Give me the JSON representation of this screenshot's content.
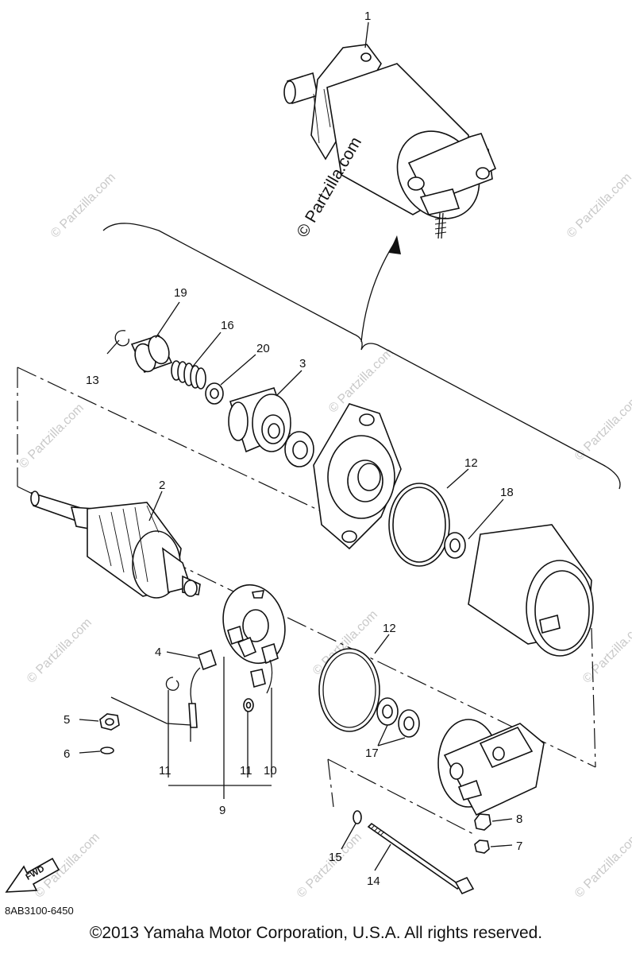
{
  "callouts": {
    "c1": "1",
    "c2": "2",
    "c3": "3",
    "c4": "4",
    "c5": "5",
    "c6": "6",
    "c7": "7",
    "c8": "8",
    "c9": "9",
    "c10": "10",
    "c11a": "11",
    "c11b": "11",
    "c12a": "12",
    "c12b": "12",
    "c13": "13",
    "c14": "14",
    "c15": "15",
    "c16": "16",
    "c17": "17",
    "c18": "18",
    "c19": "19",
    "c20": "20"
  },
  "watermark": "© Partzilla.com",
  "fwd_label": "FWD",
  "diagram_code": "8AB3100-6450",
  "copyright": "©2013 Yamaha Motor Corporation, U.S.A. All rights reserved."
}
